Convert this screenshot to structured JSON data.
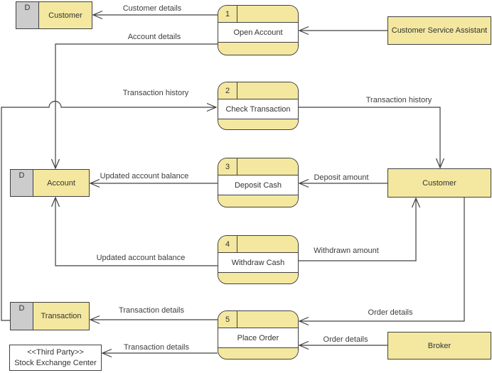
{
  "diagram": {
    "processes": [
      {
        "number": "1",
        "name": "Open Account"
      },
      {
        "number": "2",
        "name": "Check Transaction"
      },
      {
        "number": "3",
        "name": "Deposit Cash"
      },
      {
        "number": "4",
        "name": "Withdraw Cash"
      },
      {
        "number": "5",
        "name": "Place Order"
      }
    ],
    "data_stores": [
      {
        "id": "D",
        "name": "Customer"
      },
      {
        "id": "D",
        "name": "Account"
      },
      {
        "id": "D",
        "name": "Transaction"
      }
    ],
    "external_entities": [
      {
        "name": "Customer Service Assistant"
      },
      {
        "name": "Customer"
      },
      {
        "name": "Broker"
      }
    ],
    "third_party": {
      "stereotype": "<<Third Party>>",
      "name": "Stock Exchange Center"
    },
    "flows": [
      {
        "name": "customer-details-to-customer-store",
        "label": "Customer details"
      },
      {
        "name": "account-details-to-account-store",
        "label": "Account details"
      },
      {
        "name": "transaction-history-to-check-transaction",
        "label": "Transaction history"
      },
      {
        "name": "transaction-history-to-customer",
        "label": "Transaction history"
      },
      {
        "name": "updated-account-balance-from-deposit",
        "label": "Updated account balance"
      },
      {
        "name": "deposit-amount",
        "label": "Deposit amount"
      },
      {
        "name": "updated-account-balance-from-withdraw",
        "label": "Updated account balance"
      },
      {
        "name": "withdrawn-amount",
        "label": "Withdrawn amount"
      },
      {
        "name": "order-details-from-customer",
        "label": "Order details"
      },
      {
        "name": "order-details-from-broker",
        "label": "Order details"
      },
      {
        "name": "transaction-details-to-transaction-store",
        "label": "Transaction details"
      },
      {
        "name": "transaction-details-to-stock-exchange",
        "label": "Transaction details"
      }
    ],
    "colors": {
      "shape_fill": "#f4e8a0",
      "store_id_fill": "#cccccc",
      "border": "#404040",
      "background": "#ffffff"
    }
  }
}
